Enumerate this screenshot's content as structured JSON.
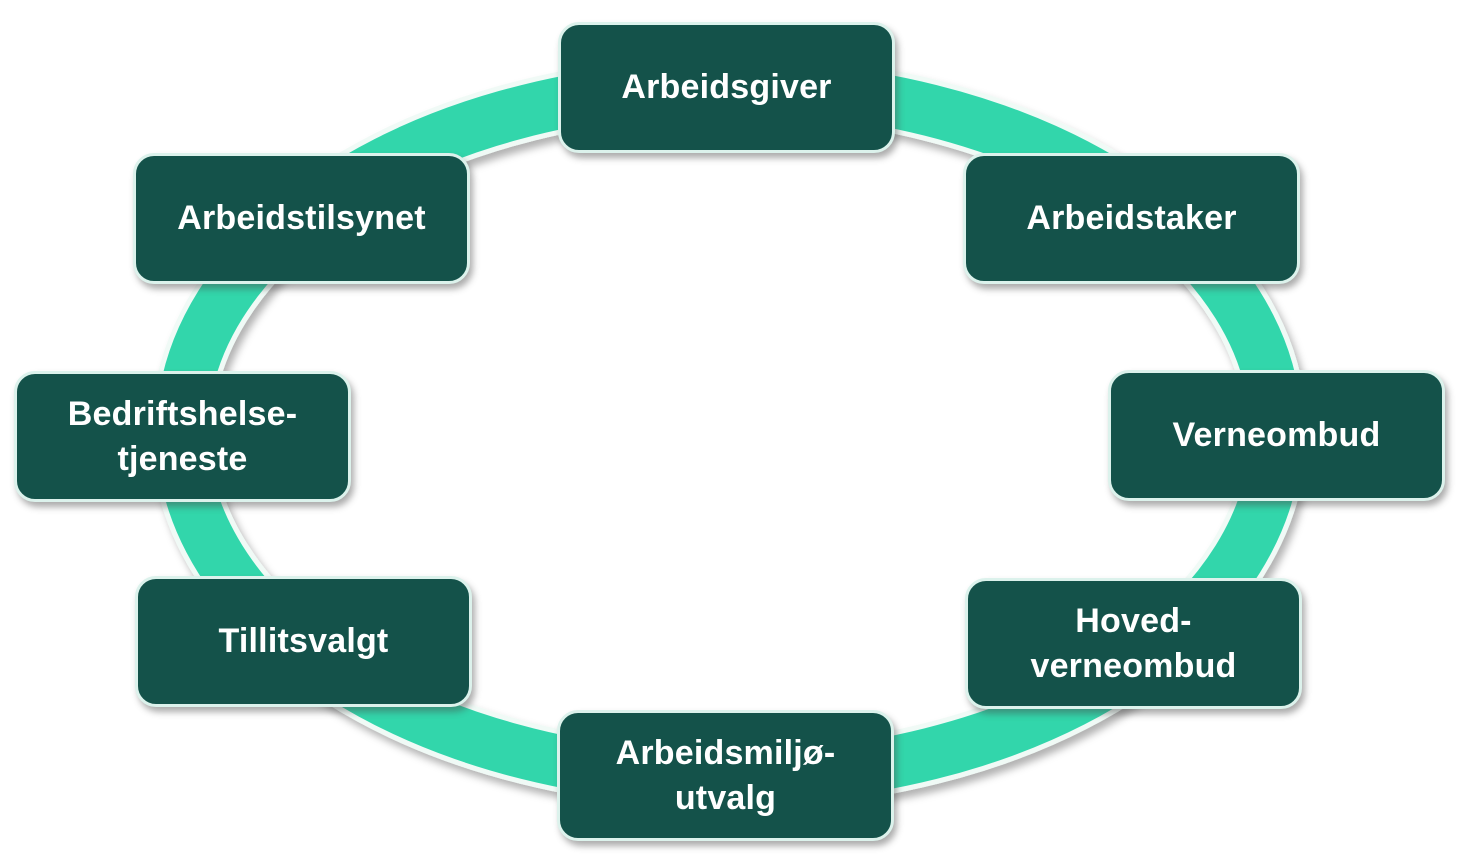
{
  "diagram": {
    "type": "cycle",
    "description": "Cycle diagram of Norwegian work-environment roles connected by a ring",
    "colors": {
      "background": "#ffffff",
      "ring": "#32d6ab",
      "ring_edge": "#f0faf6",
      "box_fill": "#14524a",
      "box_border": "#dcf2ec",
      "text": "#ffffff"
    },
    "nodes": [
      {
        "label": "Arbeidsgiver",
        "position": "top"
      },
      {
        "label": "Arbeidstaker",
        "position": "top-right"
      },
      {
        "label": "Verneombud",
        "position": "right"
      },
      {
        "label": "Hoved-\nverneombud",
        "position": "bottom-right"
      },
      {
        "label": "Arbeidsmiljø-\nutvalg",
        "position": "bottom"
      },
      {
        "label": "Tillitsvalgt",
        "position": "bottom-left"
      },
      {
        "label": "Bedriftshelse-\ntjeneste",
        "position": "left"
      },
      {
        "label": "Arbeidstilsynet",
        "position": "top-left"
      }
    ]
  }
}
